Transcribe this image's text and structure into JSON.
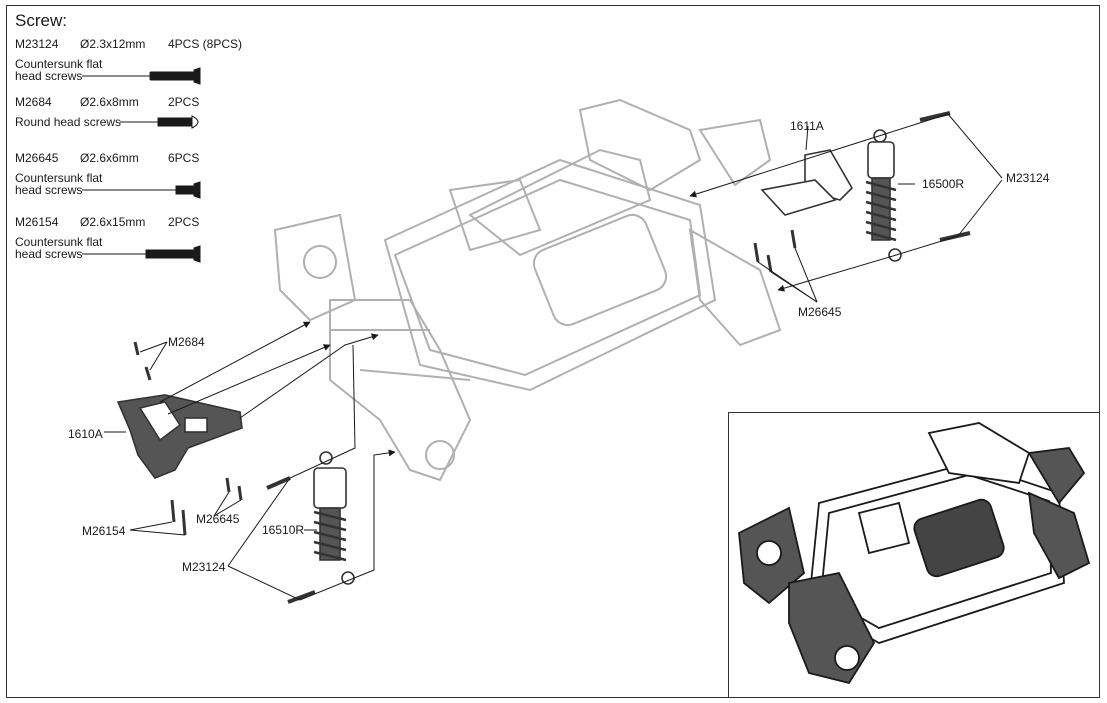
{
  "legend": {
    "title": "Screw:",
    "items": [
      {
        "code": "M23124",
        "size": "2.3x12mm",
        "qty": "4PCS (8PCS)",
        "desc_line1": "Countersunk flat",
        "desc_line2": "head screws"
      },
      {
        "code": "M2684",
        "size": "2.6x8mm",
        "qty": "2PCS",
        "desc_line1": "Round head screws",
        "desc_line2": ""
      },
      {
        "code": "M26645",
        "size": "2.6x6mm",
        "qty": "6PCS",
        "desc_line1": "Countersunk flat",
        "desc_line2": "head screws"
      },
      {
        "code": "M26154",
        "size": "2.6x15mm",
        "qty": "2PCS",
        "desc_line1": "Countersunk flat",
        "desc_line2": "head screws"
      }
    ],
    "diameter_symbol": "Ø"
  },
  "callouts": {
    "part_1611A": "1611A",
    "part_16500R": "16500R",
    "screw_M23124_right": "M23124",
    "screw_M26645_right": "M26645",
    "screw_M2684": "M2684",
    "part_1610A": "1610A",
    "screw_M26154": "M26154",
    "screw_M26645_left": "M26645",
    "part_16510R": "16510R",
    "screw_M23124_left": "M23124"
  },
  "colors": {
    "line": "#1a1a1a",
    "chassis": "#b5b5b5",
    "part": "#555555"
  }
}
